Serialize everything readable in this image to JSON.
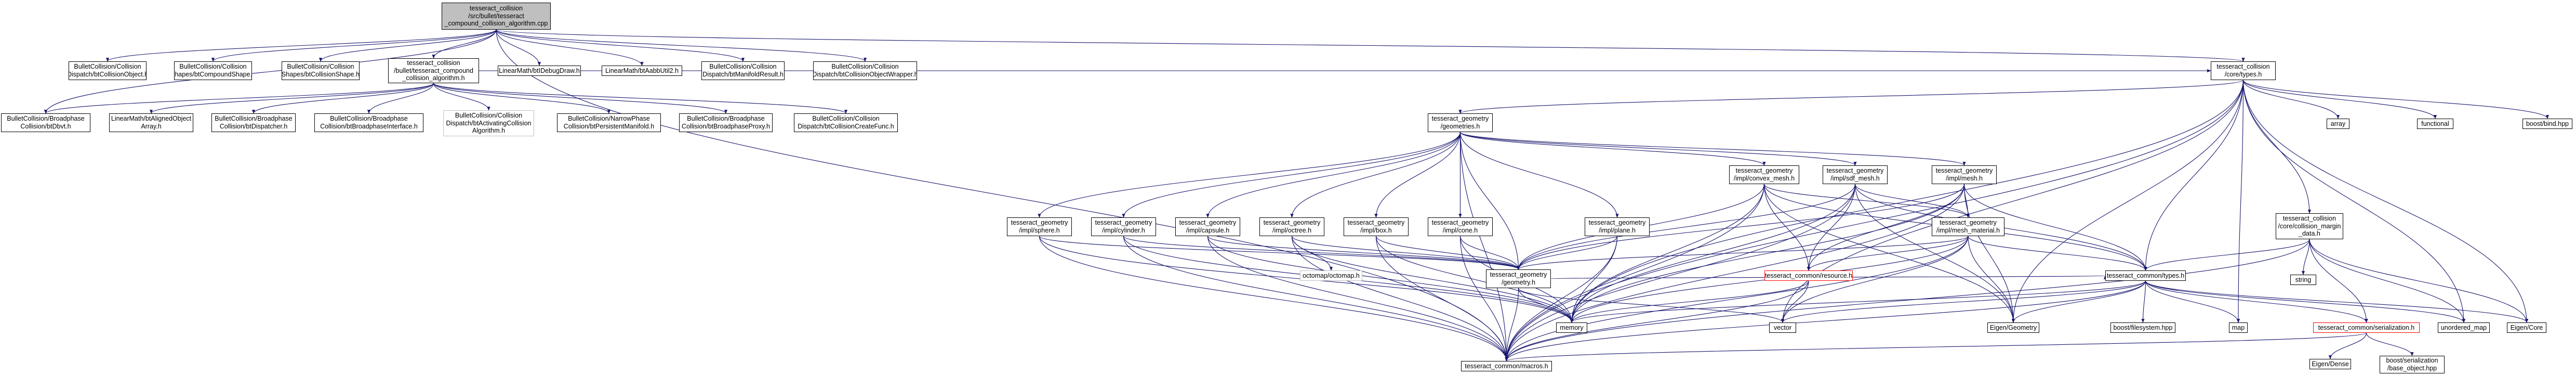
{
  "colors": {
    "edge": "#191970",
    "root_fill": "#bfbfbf",
    "missing_border": "#bfbfbf",
    "incomplete_border": "#ff0000"
  },
  "nodes": {
    "root": "tesseract_collision\n/src/bullet/tesseract\n_compound_collision_algorithm.cpp",
    "bt_collision_object": "BulletCollision/Collision\nDispatch/btCollisionObject.h",
    "bt_compound_shape": "BulletCollision/Collision\nShapes/btCompoundShape.h",
    "bt_collision_shape": "BulletCollision/Collision\nShapes/btCollisionShape.h",
    "compound_alg_h": "tesseract_collision\n/bullet/tesseract_compound\n_collision_algorithm.h",
    "bt_idebug_draw": "LinearMath/btIDebugDraw.h",
    "bt_aabb_util": "LinearMath/btAabbUtil2.h",
    "bt_manifold_result": "BulletCollision/Collision\nDispatch/btManifoldResult.h",
    "bt_object_wrapper": "BulletCollision/Collision\nDispatch/btCollisionObjectWrapper.h",
    "bt_dbvt": "BulletCollision/Broadphase\nCollision/btDbvt.h",
    "bt_aligned_array": "LinearMath/btAlignedObject\nArray.h",
    "bt_dispatcher": "BulletCollision/Broadphase\nCollision/btDispatcher.h",
    "bt_broadphase_iface": "BulletCollision/Broadphase\nCollision/btBroadphaseInterface.h",
    "bt_activating_alg": "BulletCollision/Collision\nDispatch/btActivatingCollision\nAlgorithm.h",
    "bt_persistent_manifold": "BulletCollision/NarrowPhase\nCollision/btPersistentManifold.h",
    "bt_broadphase_proxy": "BulletCollision/Broadphase\nCollision/btBroadphaseProxy.h",
    "bt_create_func": "BulletCollision/Collision\nDispatch/btCollisionCreateFunc.h",
    "core_types": "tesseract_collision\n/core/types.h",
    "geometries": "tesseract_geometry\n/geometries.h",
    "array": "array",
    "functional": "functional",
    "boost_bind": "boost/bind.hpp",
    "convex_mesh": "tesseract_geometry\n/impl/convex_mesh.h",
    "sdf_mesh": "tesseract_geometry\n/impl/sdf_mesh.h",
    "mesh": "tesseract_geometry\n/impl/mesh.h",
    "collision_margin": "tesseract_collision\n/core/collision_margin\n_data.h",
    "sphere": "tesseract_geometry\n/impl/sphere.h",
    "cylinder": "tesseract_geometry\n/impl/cylinder.h",
    "capsule": "tesseract_geometry\n/impl/capsule.h",
    "octree": "tesseract_geometry\n/impl/octree.h",
    "box": "tesseract_geometry\n/impl/box.h",
    "cone": "tesseract_geometry\n/impl/cone.h",
    "plane": "tesseract_geometry\n/impl/plane.h",
    "mesh_material": "tesseract_geometry\n/impl/mesh_material.h",
    "octomap": "octomap/octomap.h",
    "geometry_h": "tesseract_geometry\n/geometry.h",
    "resource": "tesseract_common/resource.h",
    "common_types": "tesseract_common/types.h",
    "string": "string",
    "vector": "vector",
    "memory": "memory",
    "eigen_geometry": "Eigen/Geometry",
    "boost_filesystem": "boost/filesystem.hpp",
    "map": "map",
    "serialization": "tesseract_common/serialization.h",
    "unordered_map": "unordered_map",
    "eigen_core": "Eigen/Core",
    "eigen_dense": "Eigen/Dense",
    "boost_base_object": "boost/serialization\n/base_object.hpp",
    "macros": "tesseract_common/macros.h"
  }
}
